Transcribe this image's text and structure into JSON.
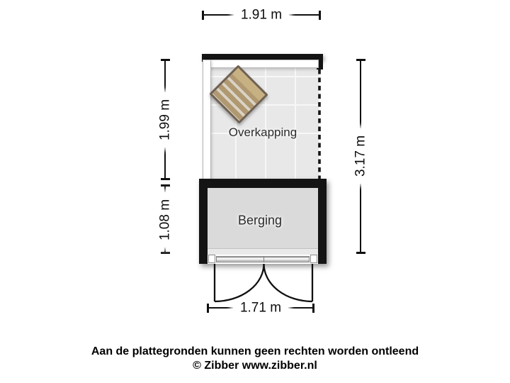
{
  "plan": {
    "rooms": [
      {
        "name": "Overkapping"
      },
      {
        "name": "Berging"
      }
    ],
    "dimensions": {
      "top": "1.91 m",
      "left_upper": "1.99 m",
      "left_lower": "1.08 m",
      "right": "3.17 m",
      "bottom": "1.71 m"
    },
    "colors": {
      "wall": "#141414",
      "overkapping_floor": "#e8e8e8",
      "tile_grid_line": "#f7f7f7",
      "berging_floor": "#dadada",
      "table_wood": "#b09871",
      "table_plank_light": "#c7b183",
      "table_frame": "#6f6051",
      "dimension_line": "#101010",
      "background": "#ffffff"
    }
  },
  "footer": {
    "disclaimer": "Aan de plattegronden kunnen geen rechten worden ontleend",
    "copyright": "© Zibber www.zibber.nl"
  }
}
